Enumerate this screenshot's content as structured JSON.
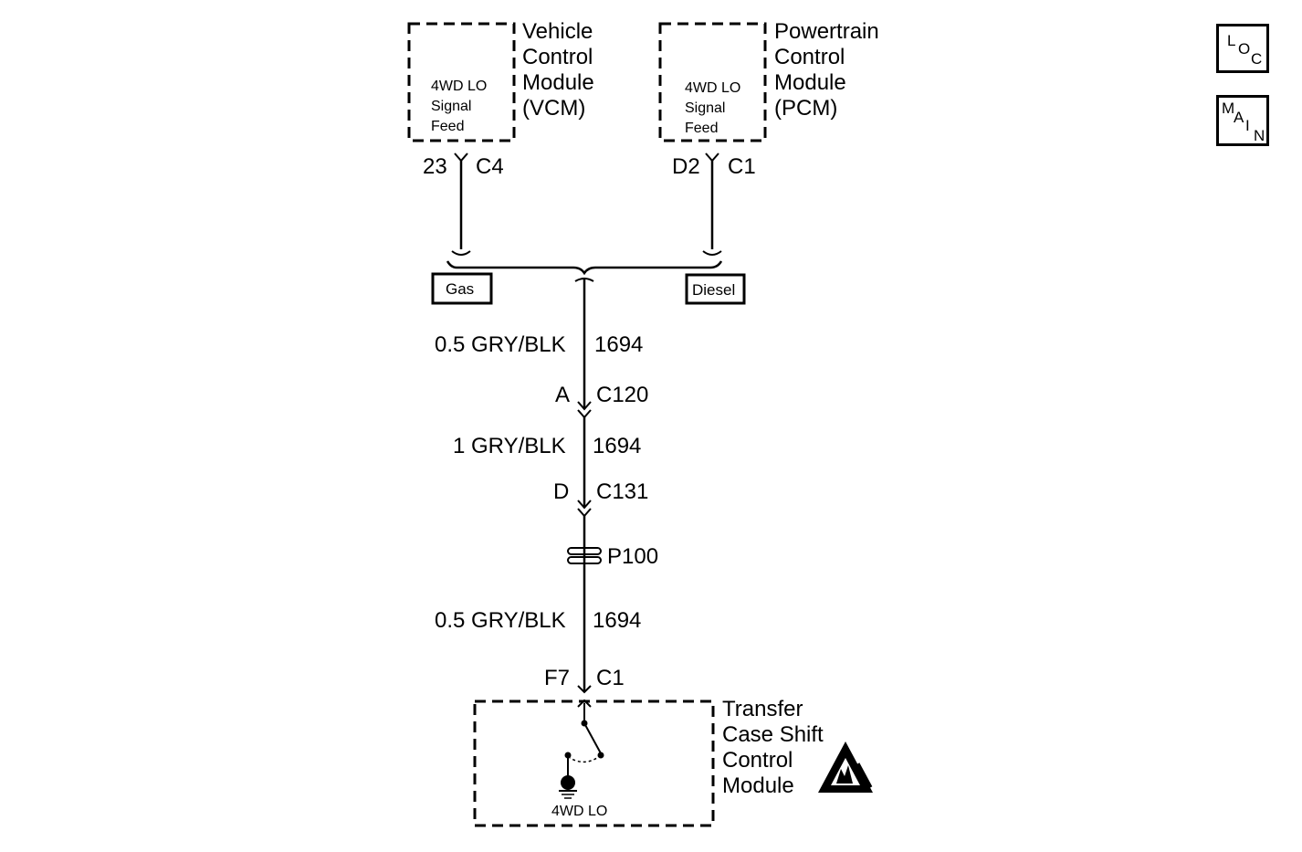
{
  "modules": {
    "vcm": {
      "name_lines": [
        "Vehicle",
        "Control",
        "Module",
        "(VCM)"
      ],
      "signal_lines": [
        "4WD LO",
        "Signal",
        "Feed"
      ],
      "pin": "23",
      "connector": "C4"
    },
    "pcm": {
      "name_lines": [
        "Powertrain",
        "Control",
        "Module",
        "(PCM)"
      ],
      "signal_lines": [
        "4WD LO",
        "Signal",
        "Feed"
      ],
      "pin": "D2",
      "connector": "C1"
    },
    "tcscm": {
      "name_lines": [
        "Transfer",
        "Case Shift",
        "Control",
        "Module"
      ],
      "switch_label": "4WD LO",
      "pin": "F7",
      "connector": "C1"
    }
  },
  "options": {
    "gas": "Gas",
    "diesel": "Diesel"
  },
  "wires": [
    {
      "gauge_color": "0.5 GRY/BLK",
      "circuit": "1694"
    },
    {
      "gauge_color": "1 GRY/BLK",
      "circuit": "1694"
    },
    {
      "gauge_color": "0.5 GRY/BLK",
      "circuit": "1694"
    }
  ],
  "connectors": {
    "c120": {
      "pin": "A",
      "name": "C120"
    },
    "c131": {
      "pin": "D",
      "name": "C131"
    }
  },
  "pass_through": {
    "name": "P100"
  },
  "nav": {
    "loc": [
      "L",
      "O",
      "C"
    ],
    "main": [
      "M",
      "A",
      "I",
      "N"
    ]
  }
}
